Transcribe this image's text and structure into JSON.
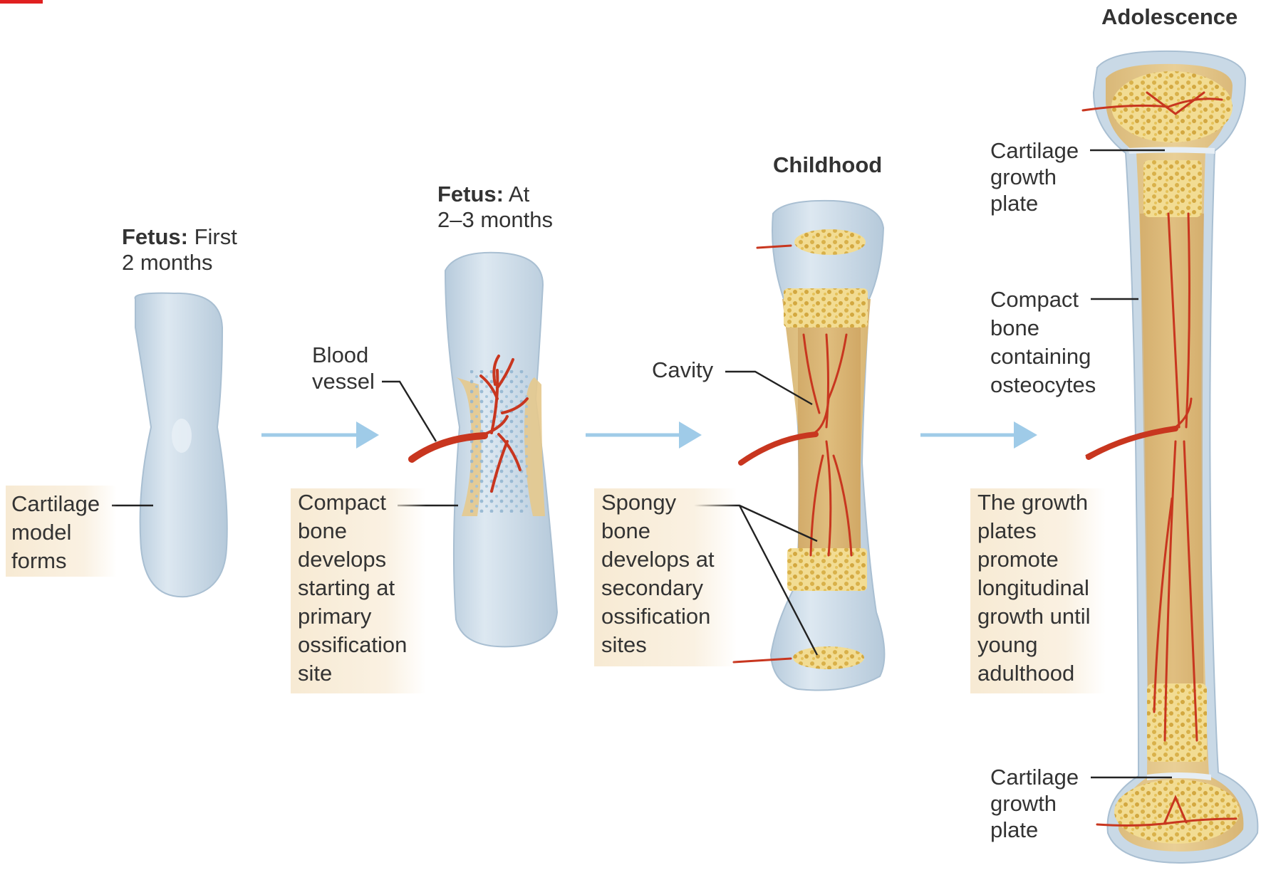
{
  "stages": {
    "fetus_early": {
      "title_bold": "Fetus:",
      "title_rest": " First",
      "title_line2": "2 months"
    },
    "fetus_late": {
      "title_bold": "Fetus:",
      "title_rest": " At",
      "title_line2": "2–3 months"
    },
    "childhood": {
      "title": "Childhood"
    },
    "adolescence": {
      "title": "Adolescence"
    }
  },
  "labels": {
    "cartilage_model": [
      "Cartilage",
      "model",
      "forms"
    ],
    "blood_vessel": [
      "Blood",
      "vessel"
    ],
    "compact_bone_develops": [
      "Compact",
      "bone",
      "develops",
      "starting at",
      "primary",
      "ossification",
      "site"
    ],
    "cavity": "Cavity",
    "spongy_bone": [
      "Spongy",
      "bone",
      "develops at",
      "secondary",
      "ossification",
      "sites"
    ],
    "cartilage_growth_plate_top": [
      "Cartilage",
      "growth",
      "plate"
    ],
    "compact_bone_osteocytes": [
      "Compact",
      "bone",
      "containing",
      "osteocytes"
    ],
    "growth_plates_promote": [
      "The growth",
      "plates",
      "promote",
      "longitudinal",
      "growth until",
      "young",
      "adulthood"
    ],
    "cartilage_growth_plate_bottom": [
      "Cartilage",
      "growth",
      "plate"
    ]
  },
  "colors": {
    "cartilage": "#c9d9e6",
    "bone": "#e6c98d",
    "spongy": "#e8c65a",
    "vessel": "#c8361f",
    "arrow": "#9fcbe8",
    "label_box": "#f7ead3"
  }
}
